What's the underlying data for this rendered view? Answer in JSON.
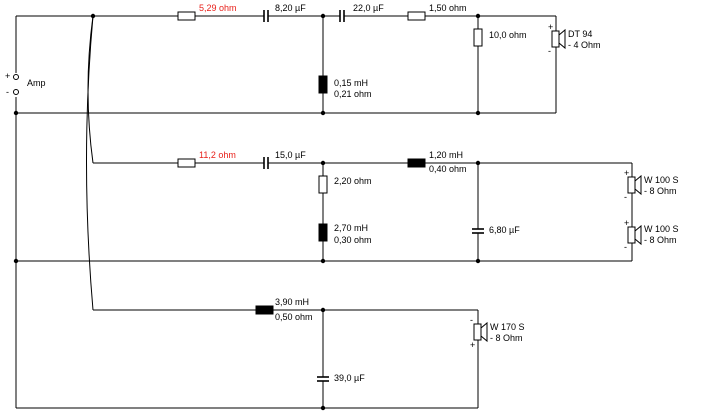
{
  "amp": {
    "label": "Amp",
    "plus": "+",
    "minus": "-"
  },
  "tweeter_branch": {
    "r_series": "5,29 ohm",
    "c1": "8,20 µF",
    "c2": "22,0 µF",
    "r2": "1,50 ohm",
    "r_shunt": "10,0 ohm",
    "l_shunt": "0,15 mH",
    "l_shunt_r": "0,21 ohm",
    "driver_name": "DT 94",
    "driver_imp": "- 4 Ohm"
  },
  "mid_branch": {
    "r_series": "11,2 ohm",
    "c1": "15,0 µF",
    "l1": "1,20 mH",
    "l1_r": "0,40 ohm",
    "r_shunt": "2,20 ohm",
    "l_shunt": "2,70 mH",
    "l_shunt_r": "0,30 ohm",
    "c_shunt": "6,80 µF",
    "driver1_name": "W 100 S",
    "driver1_imp": "- 8 Ohm",
    "driver2_name": "W 100 S",
    "driver2_imp": "- 8 Ohm"
  },
  "bass_branch": {
    "l1": "3,90 mH",
    "l1_r": "0,50 ohm",
    "c_shunt": "39,0 µF",
    "driver_name": "W 170 S",
    "driver_imp": "- 8 Ohm"
  },
  "colors": {
    "wire": "#000000",
    "highlight": "#e8201a"
  }
}
